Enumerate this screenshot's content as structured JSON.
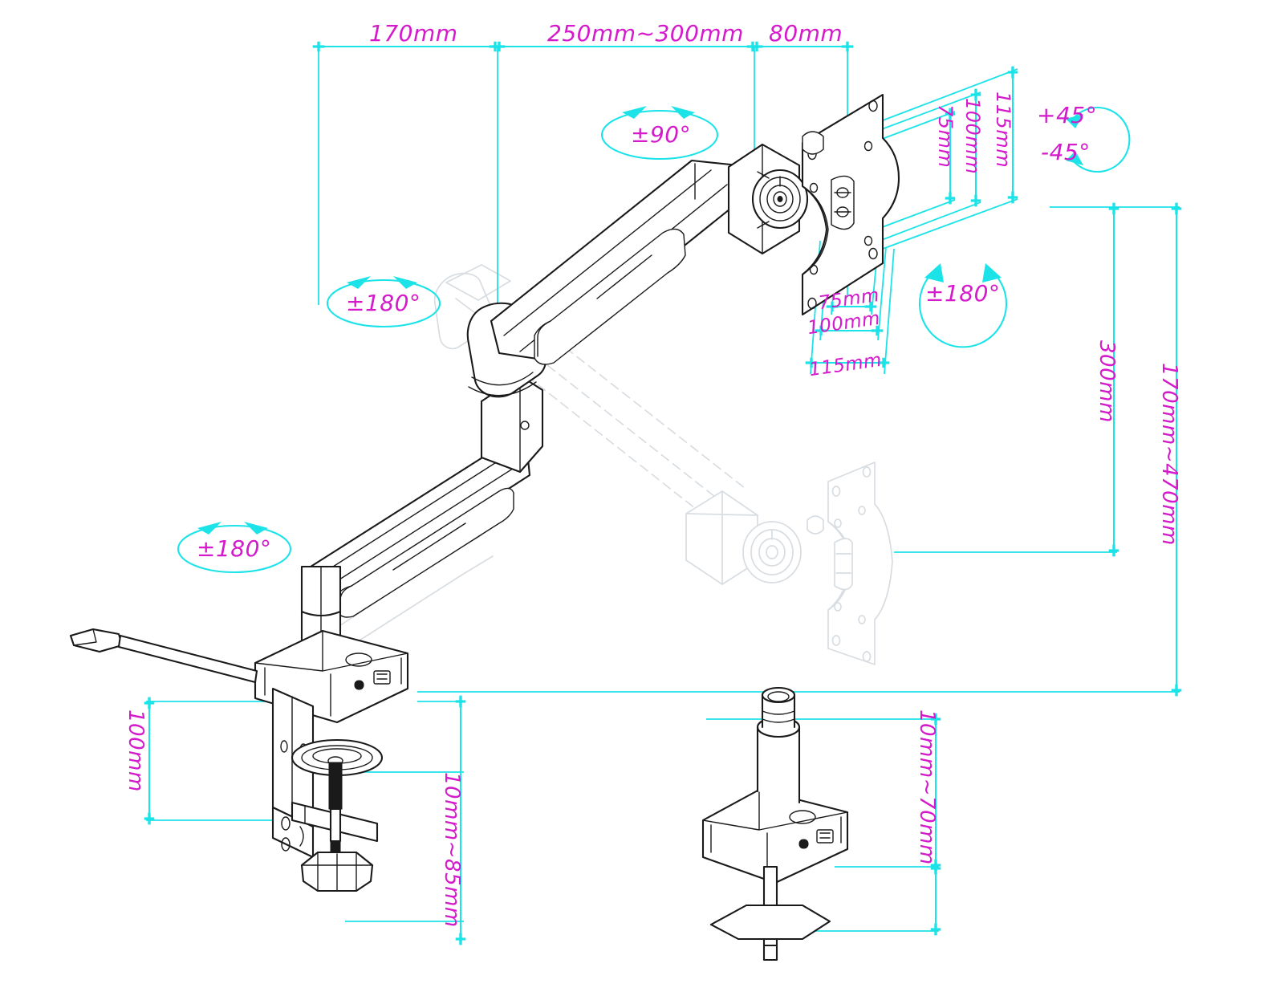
{
  "drawing": {
    "title": "Gas spring monitor arm – dimensional specification",
    "colors": {
      "dimension_line": "#1be3e8",
      "dimension_text": "#d41acb",
      "product_outline": "#1a1a1a",
      "ghost_outline": "#d8dde2",
      "background": "#ffffff"
    }
  },
  "dimensions": {
    "top_horizontal": [
      {
        "id": "reach-base-to-elbow",
        "label": "170mm"
      },
      {
        "id": "reach-elbow-to-head",
        "label": "250mm~300mm"
      },
      {
        "id": "head-offset",
        "label": "80mm"
      }
    ],
    "vesa_vertical": [
      {
        "id": "vesa-v-75",
        "label": "75mm"
      },
      {
        "id": "vesa-v-100",
        "label": "100mm"
      },
      {
        "id": "vesa-v-115",
        "label": "115mm"
      }
    ],
    "vesa_horizontal": [
      {
        "id": "vesa-h-75",
        "label": "75mm"
      },
      {
        "id": "vesa-h-100",
        "label": "100mm"
      },
      {
        "id": "vesa-h-115",
        "label": "115mm"
      }
    ],
    "right_vertical": [
      {
        "id": "height-travel",
        "label": "300mm"
      },
      {
        "id": "height-range",
        "label": "170mm~470mm"
      }
    ],
    "clamp": [
      {
        "id": "clamp-depth",
        "label": "100mm"
      },
      {
        "id": "clamp-desk-thickness",
        "label": "10mm~85mm"
      }
    ],
    "grommet": [
      {
        "id": "grommet-desk-thickness",
        "label": "10mm~70mm"
      }
    ]
  },
  "motion_badges": [
    {
      "id": "head-swivel",
      "label": "±90°",
      "shape": "ellipse"
    },
    {
      "id": "elbow-rotation",
      "label": "±180°",
      "shape": "ellipse"
    },
    {
      "id": "base-rotation",
      "label": "±180°",
      "shape": "ellipse"
    },
    {
      "id": "screen-rotation",
      "label": "±180°",
      "shape": "circle"
    },
    {
      "id": "tilt-up",
      "label": "+45°",
      "shape": "arc"
    },
    {
      "id": "tilt-down",
      "label": "-45°",
      "shape": "arc"
    }
  ]
}
